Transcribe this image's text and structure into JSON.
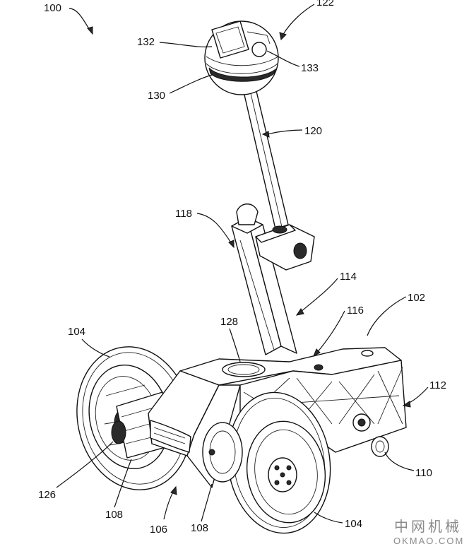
{
  "labels": {
    "l100": "100",
    "l122": "122",
    "l132": "132",
    "l133": "133",
    "l130": "130",
    "l120": "120",
    "l118": "118",
    "l114": "114",
    "l116": "116",
    "l102": "102",
    "l128": "128",
    "l104a": "104",
    "l112": "112",
    "l110": "110",
    "l126": "126",
    "l108a": "108",
    "l106": "106",
    "l108b": "108",
    "l104b": "104"
  },
  "watermark": {
    "chinese": "中网机械",
    "site": "OKMAO.COM",
    "color": "#8a8a8a"
  }
}
